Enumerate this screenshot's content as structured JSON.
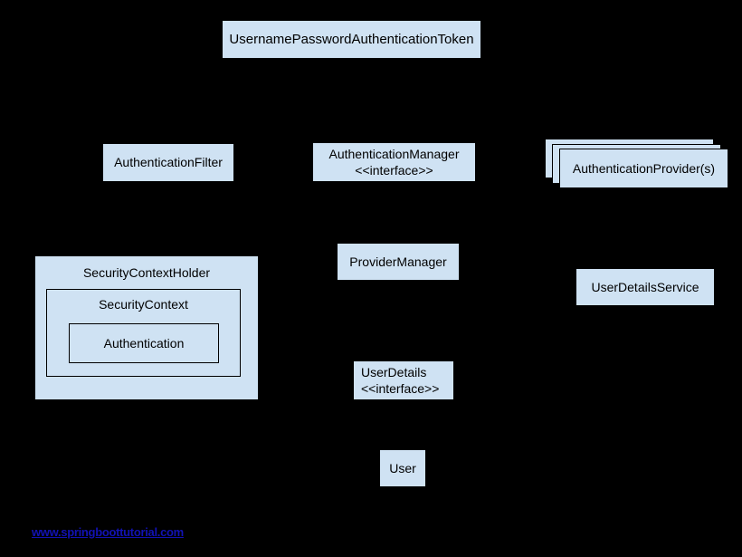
{
  "diagram": {
    "background_color": "#000000",
    "node_fill_color": "#cfe2f3",
    "node_border_color": "#000000",
    "text_color": "#000000",
    "nodes": {
      "token": {
        "label": "UsernamePasswordAuthenticationToken"
      },
      "auth_filter": {
        "label": "AuthenticationFilter"
      },
      "auth_manager": {
        "label": "AuthenticationManager",
        "stereotype": "<<interface>>"
      },
      "auth_providers": {
        "label": "AuthenticationProvider(s)"
      },
      "provider_manager": {
        "label": "ProviderManager"
      },
      "user_details_service": {
        "label": "UserDetailsService"
      },
      "security_context_holder": {
        "label": "SecurityContextHolder"
      },
      "security_context": {
        "label": "SecurityContext"
      },
      "authentication": {
        "label": "Authentication"
      },
      "user_details": {
        "label": "UserDetails",
        "stereotype": "<<interface>>"
      },
      "user": {
        "label": "User"
      }
    },
    "footer_link": {
      "text": "www.springboottutorial.com",
      "color": "#1212b4"
    }
  }
}
